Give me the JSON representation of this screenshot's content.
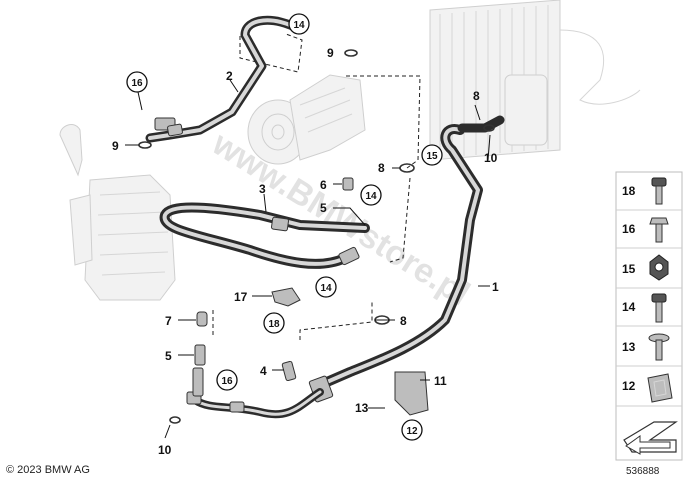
{
  "copyright": "© 2023 BMW AG",
  "image_number": "536888",
  "watermark": "www.BMWstore.pl",
  "callouts": {
    "c14_top": "14",
    "c9_top": "9",
    "c2": "2",
    "c16_left": "16",
    "c9_left": "9",
    "c8_top": "8",
    "c15": "15",
    "c10_right": "10",
    "c8_mid": "8",
    "c6": "6",
    "c3": "3",
    "c14_mid": "14",
    "c5_top": "5",
    "c1": "1",
    "c17": "17",
    "c18": "18",
    "c14_lower": "14",
    "c8_lower": "8",
    "c7": "7",
    "c5_left": "5",
    "c4": "4",
    "c16_lower": "16",
    "c11": "11",
    "c13": "13",
    "c12": "12",
    "c10_bottom": "10"
  },
  "legend": [
    "18",
    "16",
    "15",
    "14",
    "13",
    "12"
  ]
}
